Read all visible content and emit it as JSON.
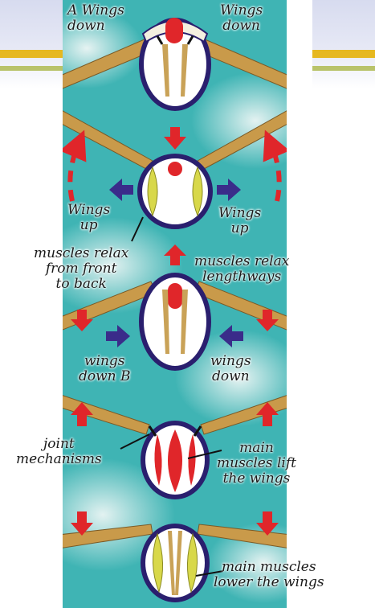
{
  "labels": {
    "a_wings_down": "A Wings\ndown",
    "wings_down_top_right": "Wings\ndown",
    "wings_up_left": "Wings\nup",
    "wings_up_right": "Wings\nup",
    "muscles_relax_front_back": "muscles relax\nfrom front\nto back",
    "muscles_relax_lengthways": "muscles relax\nlengthways",
    "wings_down_b": "wings\ndown B",
    "wings_down_right": "wings\ndown",
    "joint_mechanisms": "joint\nmechanisms",
    "main_muscles_lift": "main\nmuscles lift\nthe wings",
    "main_muscles_lower": "main muscles\nlower the wings"
  },
  "colors": {
    "background": "#3fb4b4",
    "wing": "#c99a4a",
    "body_outline": "#2a1f6e",
    "body_fill": "#ffffff",
    "muscle_red": "#e0262a",
    "muscle_yellow": "#d8d84a",
    "arrow_red": "#e0262a",
    "arrow_purple": "#3a2c8a"
  }
}
